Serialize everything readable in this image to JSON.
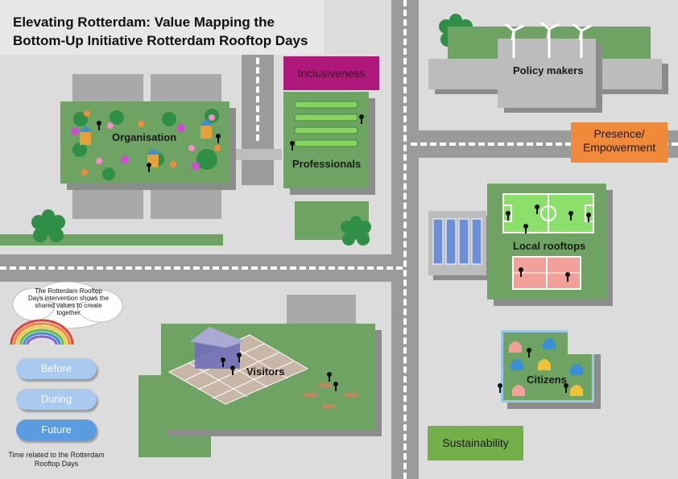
{
  "title": {
    "line1": "Elevating Rotterdam: Value Mapping the",
    "line2": "Bottom-Up Initiative Rotterdam Rooftop Days"
  },
  "areas": {
    "organisation": "Organisation",
    "professionals": "Professionals",
    "policy_makers": "Policy makers",
    "local_rooftops": "Local rooftops",
    "citizens": "Citizens",
    "visitors": "Visitors"
  },
  "values": {
    "inclusiveness": "Inclusiveness",
    "presence_line1": "Presence/",
    "presence_line2": "Empowerment",
    "sustainability": "Sustainability"
  },
  "legend": {
    "cloud_text": "The Rotterdam Rooftop Days intervention shows the shared values to create together",
    "time_buttons": [
      {
        "label": "Before"
      },
      {
        "label": "During"
      },
      {
        "label": "Future"
      }
    ],
    "time_caption": "Time related to the Rotterdam Rooftop Days"
  },
  "colors": {
    "road": "#9b9b9b",
    "roof_green": "#6fa364",
    "inclusiveness": "#b0177a",
    "presence": "#f0893a",
    "sustainability": "#74b04a",
    "future": "#5b9be0",
    "past": "#a9c9ee"
  }
}
